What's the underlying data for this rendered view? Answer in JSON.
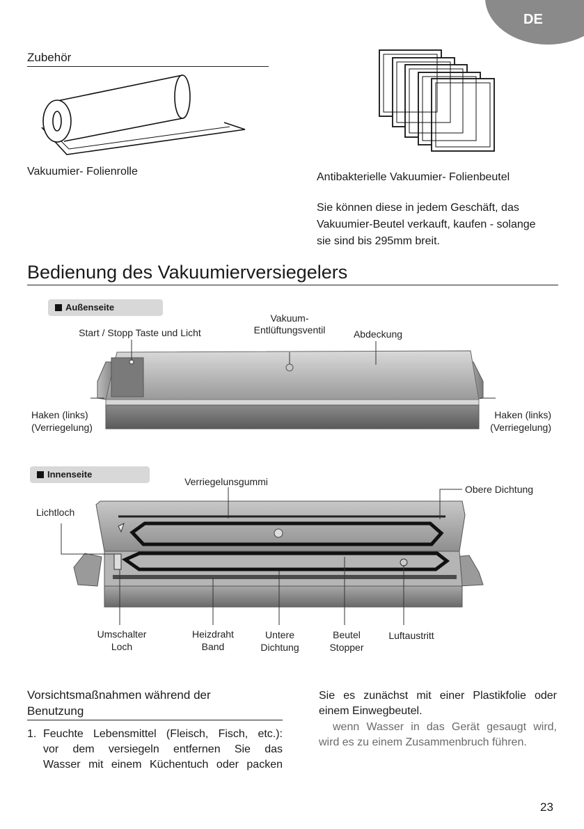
{
  "page": {
    "language_tab": "DE",
    "page_number": "23"
  },
  "accessories": {
    "heading": "Zubehör",
    "roll_caption": "Vakuumier- Folienrolle",
    "bags_caption": "Antibakterielle Vakuumier- Folienbeutel",
    "note_lines": [
      "Sie können diese in jedem Geschäft, das",
      "Vakuumier-Beutel verkauft, kaufen - solange",
      "sie sind  bis 295mm breit."
    ]
  },
  "operation": {
    "title": "Bedienung des Vakuumierversiegelers",
    "outside": {
      "tag": "Außenseite",
      "start_stop": "Start / Stopp Taste und Licht",
      "vent_line1": "Vakuum-",
      "vent_line2": "Entlüftungsventil",
      "cover": "Abdeckung",
      "hook_left_line1": "Haken (links)",
      "hook_left_line2": "(Verriegelung)",
      "hook_right_line1": "Haken (links)",
      "hook_right_line2": "(Verriegelung)"
    },
    "inside": {
      "tag": "Innenseite",
      "locking_rubber": "Verriegelunsgummi",
      "upper_seal": "Obere Dichtung",
      "light_hole": "Lichtloch",
      "switch_line1": "Umschalter",
      "switch_line2": "Loch",
      "heater_line1": "Heizdraht",
      "heater_line2": "Band",
      "lower_line1": "Untere",
      "lower_line2": "Dichtung",
      "bag_line1": "Beutel",
      "bag_line2": "Stopper",
      "air_outlet": "Luftaustritt"
    }
  },
  "precautions": {
    "heading_line1": "Vorsichtsmaßnahmen während der",
    "heading_line2": "Benutzung",
    "item1_number": "1.",
    "item1_line1": "Feuchte Lebensmittel (Fleisch, Fisch, etc.):",
    "item1_line2": "vor dem versiegeln entfernen Sie das",
    "item1_line3": "Wasser mit einem Küchentuch oder packen",
    "col2_line1": "Sie es zunächst mit einer Plastikfolie oder",
    "col2_line2": "einem Einwegbeutel.",
    "col2_line3": "wenn  Wasser in das Gerät gesaugt wird,",
    "col2_line4": "wird es zu einem Zusammenbruch führen."
  }
}
